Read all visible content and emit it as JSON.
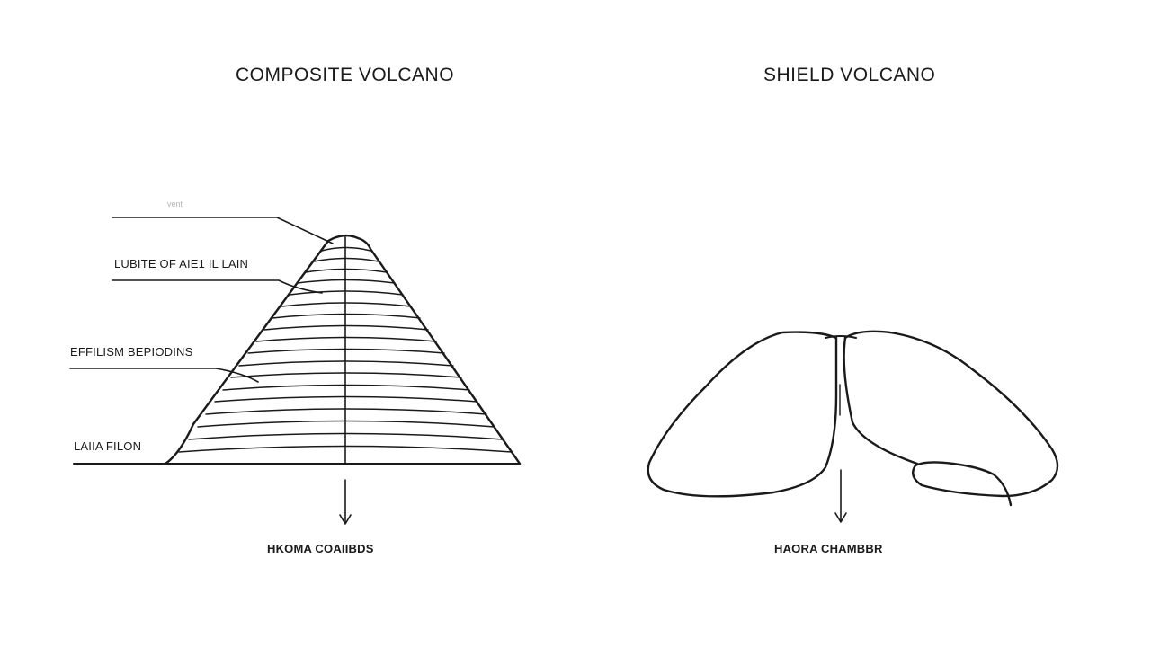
{
  "composite": {
    "title": "COMPOSITE VOLCANO",
    "labels": {
      "top_faint": "vent",
      "layer": "LUBITE OF AIE1 IL LAIN",
      "deposits": "EFFILISM BEPIODINS",
      "lava": "LAIIA FILON"
    },
    "chamber_label": "HKOMA COAIIBDS"
  },
  "shield": {
    "title": "SHIELD VOLCANO",
    "chamber_label": "HAORA CHAMBBR"
  },
  "colors": {
    "line": "#1a1a1a",
    "faint": "#b5b5b5",
    "background": "#ffffff"
  }
}
